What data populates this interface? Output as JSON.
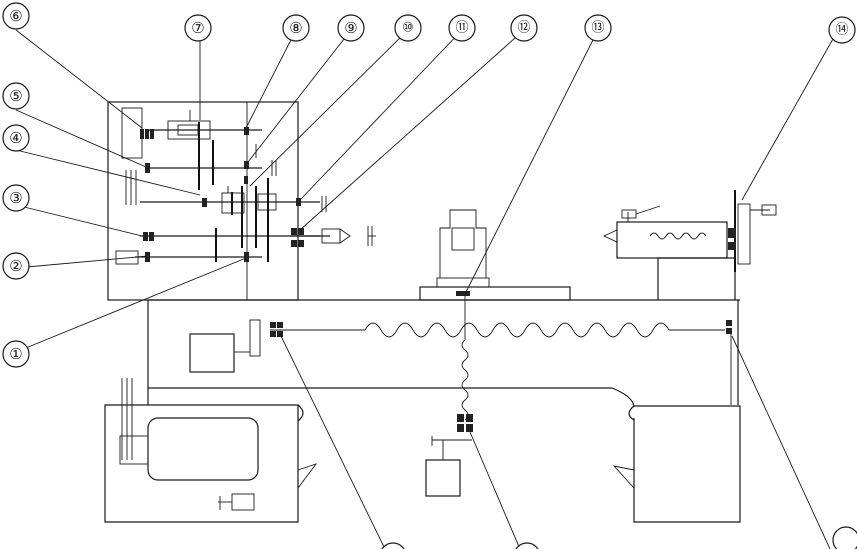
{
  "callouts": [
    {
      "id": "1",
      "label": "①"
    },
    {
      "id": "2",
      "label": "②"
    },
    {
      "id": "3",
      "label": "③"
    },
    {
      "id": "4",
      "label": "④"
    },
    {
      "id": "5",
      "label": "⑤"
    },
    {
      "id": "6",
      "label": "⑥"
    },
    {
      "id": "7",
      "label": "⑦"
    },
    {
      "id": "8",
      "label": "⑧"
    },
    {
      "id": "9",
      "label": "⑨"
    },
    {
      "id": "10",
      "label": "⑩"
    },
    {
      "id": "11",
      "label": "⑪"
    },
    {
      "id": "12",
      "label": "⑫"
    },
    {
      "id": "13",
      "label": "⑬"
    },
    {
      "id": "14",
      "label": "⑭"
    }
  ]
}
